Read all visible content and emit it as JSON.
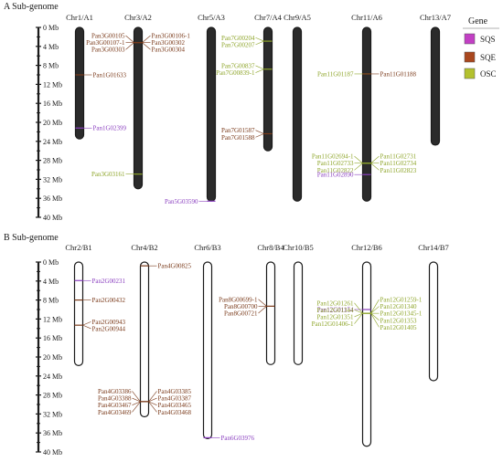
{
  "panels": [
    {
      "label": "A Sub-genome",
      "scale_ticks": [
        "0 Mb",
        "4 Mb",
        "8 Mb",
        "12 Mb",
        "16 Mb",
        "20 Mb",
        "24 Mb",
        "28 Mb",
        "32 Mb",
        "36 Mb",
        "40 Mb"
      ],
      "chromosomes": [
        {
          "name": "Chr1/A1",
          "length_mb": 23.5,
          "fill": "#2b2b2b"
        },
        {
          "name": "Chr3/A2",
          "length_mb": 34.0,
          "fill": "#2b2b2b"
        },
        {
          "name": "Chr5/A3",
          "length_mb": 36.6,
          "fill": "#2b2b2b"
        },
        {
          "name": "Chr7/A4",
          "length_mb": 26.0,
          "fill": "#2b2b2b"
        },
        {
          "name": "Chr9/A5",
          "length_mb": 36.6,
          "fill": "#2b2b2b"
        },
        {
          "name": "Chr11/A6",
          "length_mb": 36.6,
          "fill": "#2b2b2b"
        },
        {
          "name": "Chr13/A7",
          "length_mb": 24.8,
          "fill": "#2b2b2b"
        }
      ],
      "genes": [
        {
          "chr": 0,
          "side": "right",
          "type": "SQE",
          "pos_mb": 10.0,
          "labels": [
            "Pan1G01633"
          ]
        },
        {
          "chr": 0,
          "side": "right",
          "type": "SQS",
          "pos_mb": 21.2,
          "labels": [
            "Pan1G02399"
          ]
        },
        {
          "chr": 1,
          "side": "left",
          "type": "SQE",
          "pos_mb": 3.2,
          "labels": [
            "Pan3G00105",
            "Pan3G00107-1",
            "Pan3G00303"
          ]
        },
        {
          "chr": 1,
          "side": "right",
          "type": "SQE",
          "pos_mb": 3.2,
          "labels": [
            "Pan3G00106-1",
            "Pan3G00302",
            "Pan3G00304"
          ]
        },
        {
          "chr": 1,
          "side": "left",
          "type": "OSC",
          "pos_mb": 30.9,
          "labels": [
            "Pan3G03161"
          ]
        },
        {
          "chr": 2,
          "side": "left",
          "type": "SQS",
          "pos_mb": 36.6,
          "labels": [
            "Pan5G03590"
          ]
        },
        {
          "chr": 3,
          "side": "left",
          "type": "OSC",
          "pos_mb": 2.9,
          "labels": [
            "Pan7G00204",
            "Pan7G00207"
          ]
        },
        {
          "chr": 3,
          "side": "left",
          "type": "OSC",
          "pos_mb": 8.8,
          "labels": [
            "Pan7G00837",
            "Pan7G00839-1"
          ]
        },
        {
          "chr": 3,
          "side": "left",
          "type": "SQE",
          "pos_mb": 22.4,
          "labels": [
            "Pan7G01587",
            "Pan7G01588"
          ]
        },
        {
          "chr": 5,
          "side": "left",
          "type": "OSC",
          "pos_mb": 9.8,
          "labels": [
            "Pan11G01187"
          ]
        },
        {
          "chr": 5,
          "side": "right",
          "type": "SQE",
          "pos_mb": 9.8,
          "labels": [
            "Pan11G01188"
          ]
        },
        {
          "chr": 5,
          "side": "left",
          "type": "OSC",
          "pos_mb": 28.6,
          "labels": [
            "Pan11G02694-1",
            "Pan11G02733",
            "Pan11G02822"
          ]
        },
        {
          "chr": 5,
          "side": "left",
          "type": "SQS",
          "pos_mb": 31.0,
          "labels": [
            "Pan11G02890"
          ]
        },
        {
          "chr": 5,
          "side": "right",
          "type": "OSC",
          "pos_mb": 28.6,
          "labels": [
            "Pan11G02731",
            "Pan11G02734",
            "Pan11G02823"
          ]
        }
      ]
    },
    {
      "label": "B Sub-genome",
      "scale_ticks": [
        "0 Mb",
        "4 Mb",
        "8 Mb",
        "12 Mb",
        "16 Mb",
        "20 Mb",
        "24 Mb",
        "28 Mb",
        "32 Mb",
        "36 Mb",
        "40 Mb"
      ],
      "chromosomes": [
        {
          "name": "Chr2/B1",
          "length_mb": 21.8,
          "fill": "#ffffff"
        },
        {
          "name": "Chr4/B2",
          "length_mb": 32.6,
          "fill": "#ffffff"
        },
        {
          "name": "Chr6/B3",
          "length_mb": 37.2,
          "fill": "#ffffff"
        },
        {
          "name": "Chr8/B4",
          "length_mb": 21.6,
          "fill": "#ffffff"
        },
        {
          "name": "Chr10/B5",
          "length_mb": 21.6,
          "fill": "#ffffff"
        },
        {
          "name": "Chr12/B6",
          "length_mb": 38.8,
          "fill": "#ffffff"
        },
        {
          "name": "Chr14/B7",
          "length_mb": 25.0,
          "fill": "#ffffff"
        }
      ],
      "genes": [
        {
          "chr": 0,
          "side": "right",
          "type": "SQS",
          "pos_mb": 3.9,
          "labels": [
            "Pan2G00231"
          ]
        },
        {
          "chr": 0,
          "side": "right",
          "type": "SQE",
          "pos_mb": 8.0,
          "labels": [
            "Pan2G00432"
          ]
        },
        {
          "chr": 0,
          "side": "right",
          "type": "SQE",
          "pos_mb": 13.3,
          "labels": [
            "Pan2G00943",
            "Pan2G00944"
          ]
        },
        {
          "chr": 1,
          "side": "right",
          "type": "SQE",
          "pos_mb": 0.8,
          "labels": [
            "Pan4G00825"
          ]
        },
        {
          "chr": 1,
          "side": "left",
          "type": "SQE",
          "pos_mb": 29.4,
          "labels": [
            "Pan4G03386",
            "Pan4G03388",
            "Pan4G03467",
            "Pan4G03469"
          ]
        },
        {
          "chr": 1,
          "side": "right",
          "type": "SQE",
          "pos_mb": 29.4,
          "labels": [
            "Pan4G03385",
            "Pan4G03387",
            "Pan4G03465",
            "Pan4G03468"
          ]
        },
        {
          "chr": 2,
          "side": "right",
          "type": "SQS",
          "pos_mb": 37.0,
          "labels": [
            "Pan6G03976"
          ]
        },
        {
          "chr": 3,
          "side": "left",
          "type": "SQE",
          "pos_mb": 9.3,
          "labels": [
            "Pan8G00699-1",
            "Pan8G00700",
            "Pan8G00721"
          ]
        },
        {
          "chr": 5,
          "side": "left",
          "type": "SQS",
          "pos_mb": 10.0,
          "labels": [
            "Pan12G01154"
          ]
        },
        {
          "chr": 5,
          "side": "left",
          "type": "OSC",
          "pos_mb": 10.8,
          "labels": [
            "Pan12G01261",
            "Pan12G01344",
            "Pan12G01351",
            "Pan12G01406-1"
          ]
        },
        {
          "chr": 5,
          "side": "right",
          "type": "OSC",
          "pos_mb": 10.8,
          "labels": [
            "Pan12G01259-1",
            "Pan12G01340",
            "Pan12G01345-1",
            "Pan12G01353",
            "Pan12G01405"
          ]
        }
      ]
    }
  ],
  "legend": {
    "title": "Gene",
    "items": [
      {
        "label": "SQS",
        "color": "#c23fc4"
      },
      {
        "label": "SQE",
        "color": "#a9471e"
      },
      {
        "label": "OSC",
        "color": "#b3c12e"
      }
    ]
  },
  "colors": {
    "SQS_text": "#8a3fbf",
    "SQE_text": "#7a3a1a",
    "OSC_text": "#8ea52a",
    "text": "#1a1a1a"
  }
}
